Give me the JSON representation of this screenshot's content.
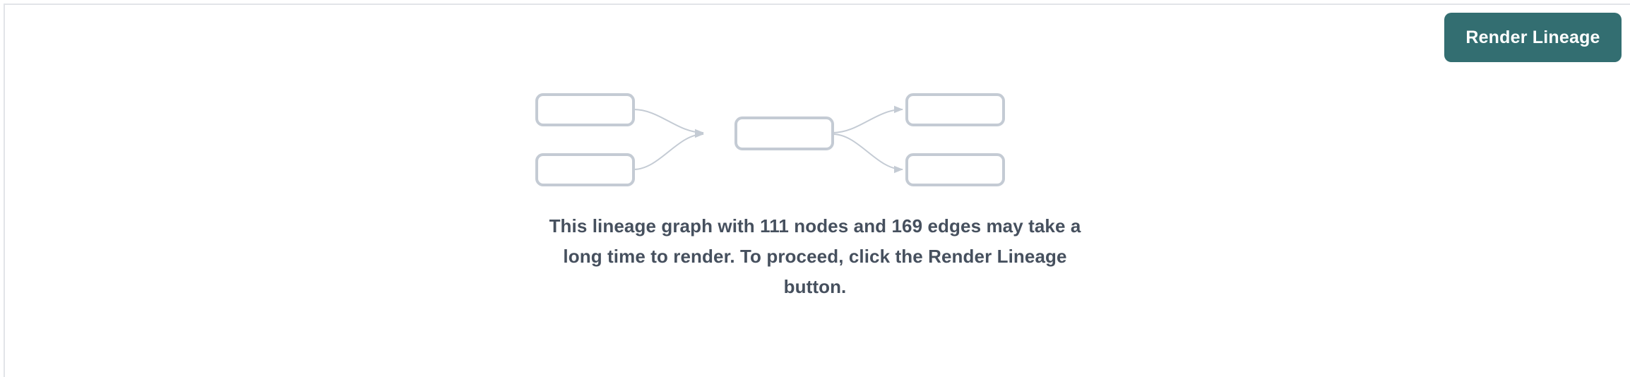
{
  "panel": {
    "background_color": "#ffffff",
    "border_color": "#e2e4e8"
  },
  "toolbar": {
    "render_lineage_label": "Render Lineage",
    "button_color": "#336e71",
    "button_text_color": "#ffffff"
  },
  "empty_state": {
    "message": "This lineage graph with 111 nodes and 169 edges may take a long time to render. To proceed, click the Render Lineage button.",
    "node_count": 111,
    "edge_count": 169,
    "text_color": "#46505e",
    "graphic": {
      "node_stroke_color": "#c4cbd4",
      "node_fill_color": "#ffffff",
      "edge_color": "#c4cbd4",
      "nodes": [
        {
          "id": "upstream-1",
          "column": "left",
          "label": ""
        },
        {
          "id": "upstream-2",
          "column": "left",
          "label": ""
        },
        {
          "id": "focus",
          "column": "center",
          "label": ""
        },
        {
          "id": "downstream-1",
          "column": "right",
          "label": ""
        },
        {
          "id": "downstream-2",
          "column": "right",
          "label": ""
        }
      ],
      "edges": [
        {
          "from": "upstream-1",
          "to": "focus"
        },
        {
          "from": "upstream-2",
          "to": "focus"
        },
        {
          "from": "focus",
          "to": "downstream-1"
        },
        {
          "from": "focus",
          "to": "downstream-2"
        }
      ]
    }
  }
}
